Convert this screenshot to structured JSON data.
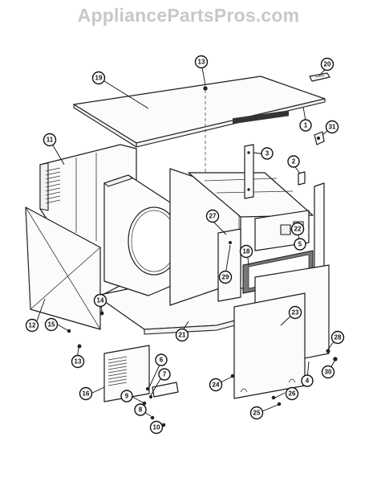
{
  "watermark": "AppliancePartsPros.com",
  "callouts": [
    {
      "id": "c20",
      "label": "20"
    },
    {
      "id": "c13a",
      "label": "13"
    },
    {
      "id": "c19",
      "label": "19"
    },
    {
      "id": "c1",
      "label": "1"
    },
    {
      "id": "c31",
      "label": "31"
    },
    {
      "id": "c11",
      "label": "11"
    },
    {
      "id": "c3",
      "label": "3"
    },
    {
      "id": "c2",
      "label": "2"
    },
    {
      "id": "c27",
      "label": "27"
    },
    {
      "id": "c22",
      "label": "22"
    },
    {
      "id": "c5",
      "label": "5"
    },
    {
      "id": "c18",
      "label": "18"
    },
    {
      "id": "c29",
      "label": "29"
    },
    {
      "id": "c14",
      "label": "14"
    },
    {
      "id": "c12",
      "label": "12"
    },
    {
      "id": "c15",
      "label": "15"
    },
    {
      "id": "c13b",
      "label": "13"
    },
    {
      "id": "c21",
      "label": "21"
    },
    {
      "id": "c23",
      "label": "23"
    },
    {
      "id": "c28",
      "label": "28"
    },
    {
      "id": "c30",
      "label": "30"
    },
    {
      "id": "c6",
      "label": "6"
    },
    {
      "id": "c7",
      "label": "7"
    },
    {
      "id": "c16",
      "label": "16"
    },
    {
      "id": "c9",
      "label": "9"
    },
    {
      "id": "c8",
      "label": "8"
    },
    {
      "id": "c10",
      "label": "10"
    },
    {
      "id": "c24",
      "label": "24"
    },
    {
      "id": "c4",
      "label": "4"
    },
    {
      "id": "c26",
      "label": "26"
    },
    {
      "id": "c25",
      "label": "25"
    }
  ]
}
